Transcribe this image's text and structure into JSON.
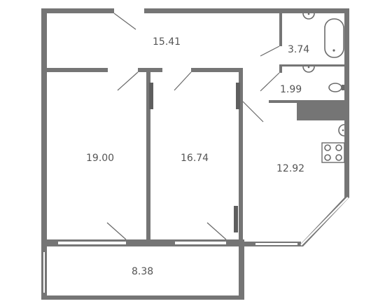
{
  "plan": {
    "colors": {
      "wall": "#757575",
      "fixture": "#6a6a6a",
      "window_fill": "#ffffff",
      "text": "#555555",
      "background": "#ffffff"
    },
    "rooms": [
      {
        "id": "hall",
        "area": "15.41"
      },
      {
        "id": "bathroom",
        "area": "3.74"
      },
      {
        "id": "wc",
        "area": "1.99"
      },
      {
        "id": "bedroom-left",
        "area": "19.00"
      },
      {
        "id": "bedroom-middle",
        "area": "16.74"
      },
      {
        "id": "kitchen",
        "area": "12.92"
      },
      {
        "id": "balcony",
        "area": "8.38"
      }
    ],
    "fixtures": [
      "bathtub-icon",
      "sink-icon",
      "toilet-icon",
      "stove-icon"
    ]
  }
}
